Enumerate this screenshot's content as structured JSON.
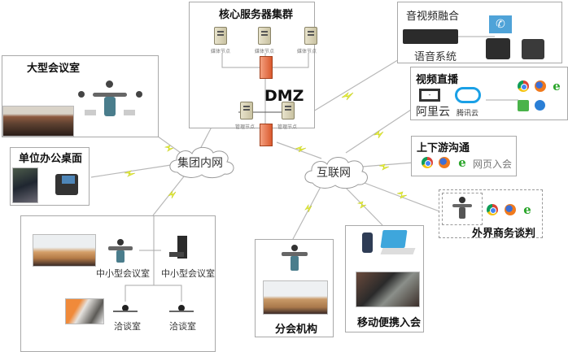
{
  "core_cluster": {
    "title": "核心服务器集群",
    "media_nodes": [
      "媒体节点",
      "媒体节点",
      "媒体节点"
    ],
    "dmz_label": "DMZ",
    "management_nodes": [
      "管理节点",
      "管理节点"
    ]
  },
  "av_fusion": {
    "title": "音视频融合",
    "voice_system_label": "语音系统"
  },
  "live_streaming": {
    "title": "视频直播",
    "aliyun_label": "阿里云",
    "tencent_label": "腾讯云"
  },
  "upstream_downstream": {
    "title": "上下游沟通",
    "web_join_label": "网页入会"
  },
  "external_business": {
    "title": "外界商务谈判"
  },
  "mobile_join": {
    "title": "移动便携入会"
  },
  "branch_office": {
    "title": "分会机构"
  },
  "large_meeting_room": {
    "title": "大型会议室"
  },
  "office_desktop": {
    "title": "单位办公桌面"
  },
  "small_rooms": {
    "room_labels": [
      "中小型会议室",
      "中小型会议室"
    ],
    "discussion_labels": [
      "洽谈室",
      "洽谈室"
    ]
  },
  "networks": {
    "intranet": "集团内网",
    "internet": "互联网"
  },
  "colors": {
    "link_line": "#b5b5b5",
    "lightning": "#e6f03c",
    "firewall": "#e06a3e",
    "box_border": "#a9a9a9"
  }
}
